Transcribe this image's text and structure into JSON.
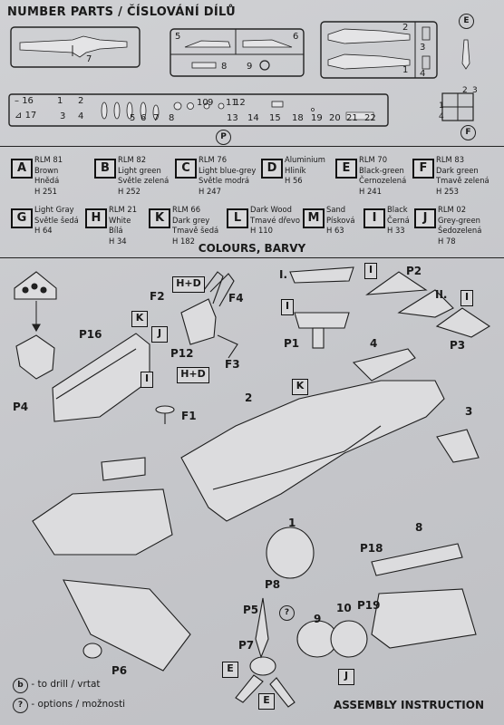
{
  "header": {
    "title": "NUMBER PARTS / ČÍSLOVÁNÍ DÍLŮ"
  },
  "sprue_labels": {
    "fuselage_part": "7",
    "wing_parts": [
      "5",
      "6"
    ],
    "small_parts": [
      "8",
      "9"
    ],
    "side_parts": [
      "2",
      "1",
      "3",
      "4"
    ],
    "circle_e": "E",
    "circle_p": "P",
    "circle_f": "F",
    "etch_row_top": [
      "16",
      "1",
      "2",
      "10",
      "9",
      "11",
      "12"
    ],
    "etch_row_bottom": [
      "17",
      "3",
      "4",
      "5",
      "6",
      "7",
      "8",
      "13",
      "14",
      "15",
      "18",
      "19",
      "20",
      "21",
      "22"
    ],
    "f_frame": [
      "2",
      "3",
      "1",
      "4"
    ]
  },
  "colours": {
    "title": "COLOURS, BARVY",
    "items": [
      {
        "key": "A",
        "lines": [
          "RLM 81",
          "Brown",
          "Hnědá",
          "H 251"
        ]
      },
      {
        "key": "B",
        "lines": [
          "RLM 82",
          "Light green",
          "Světle zelená",
          "H 252"
        ]
      },
      {
        "key": "C",
        "lines": [
          "RLM 76",
          "Light blue-grey",
          "Světle modrá",
          "H 247"
        ]
      },
      {
        "key": "D",
        "lines": [
          "Aluminium",
          "Hliník",
          "H 56"
        ]
      },
      {
        "key": "E",
        "lines": [
          "RLM 70",
          "Black-green",
          "Černozelená",
          "H 241"
        ]
      },
      {
        "key": "F",
        "lines": [
          "RLM 83",
          "Dark green",
          "Tmavě zelená",
          "H 253"
        ]
      },
      {
        "key": "G",
        "lines": [
          "Light Gray",
          "Světle šedá",
          "H 64"
        ]
      },
      {
        "key": "H",
        "lines": [
          "RLM 21",
          "White",
          "Bílá",
          "H 34"
        ]
      },
      {
        "key": "K",
        "lines": [
          "RLM 66",
          "Dark grey",
          "Tmavě šedá",
          "H 182"
        ]
      },
      {
        "key": "L",
        "lines": [
          "Dark Wood",
          "Tmavé dřevo",
          "H 110"
        ]
      },
      {
        "key": "M",
        "lines": [
          "Sand",
          "Písková",
          "H 63"
        ]
      },
      {
        "key": "I",
        "lines": [
          "Black",
          "Černá",
          "H 33"
        ]
      },
      {
        "key": "J",
        "lines": [
          "RLM 02",
          "Grey-green",
          "Šedozelená",
          "H 78"
        ]
      }
    ]
  },
  "assembly": {
    "tags": {
      "h_d_1": "H+D",
      "h_d_2": "H+D",
      "k1": "K",
      "j1": "J",
      "i1": "I",
      "k2": "K",
      "i_p2": "I",
      "i_p1": "I",
      "i_p3": "I",
      "e1": "E",
      "e2": "E",
      "j2": "J"
    },
    "labels": {
      "P16": "P16",
      "P4": "P4",
      "F1": "F1",
      "F2": "F2",
      "F3": "F3",
      "F4": "F4",
      "P12": "P12",
      "I_roman": "I.",
      "II_roman": "II.",
      "P1": "P1",
      "P2": "P2",
      "P3": "P3",
      "n1": "1",
      "n2": "2",
      "n3": "3",
      "n4": "4",
      "P8": "P8",
      "n8": "8",
      "P18": "P18",
      "P5": "P5",
      "P7": "P7",
      "n9": "9",
      "n10": "10",
      "P19": "P19",
      "P6": "P6"
    },
    "legend": [
      {
        "symbol": "b",
        "text": "- to drill / vrtat"
      },
      {
        "symbol": "?",
        "text": "- options / možnosti"
      }
    ],
    "footer_title": "ASSEMBLY INSTRUCTION"
  }
}
